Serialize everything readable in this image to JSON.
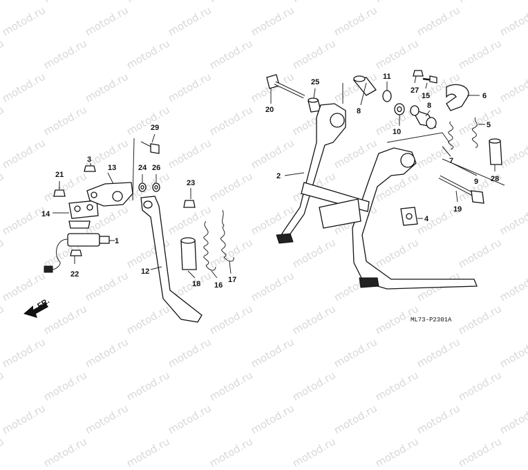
{
  "watermark": {
    "text": "motod.ru",
    "color": "#d8d8d8"
  },
  "diagram": {
    "code": "ML73-P2301A",
    "direction_label": "FR.",
    "labels": {
      "p1": "1",
      "p2": "2",
      "p4": "4",
      "p5": "5",
      "p6": "6",
      "p7": "7",
      "p8a": "8",
      "p8b": "8",
      "p9": "9",
      "p10": "10",
      "p11": "11",
      "p12": "12",
      "p13": "13",
      "p14": "14",
      "p15": "15",
      "p16": "16",
      "p17": "17",
      "p18": "18",
      "p19": "19",
      "p20": "20",
      "p21": "21",
      "p22": "22",
      "p23": "23",
      "p24": "24",
      "p25": "25",
      "p26": "26",
      "p27": "27",
      "p28": "28",
      "p29": "29",
      "p3": "3"
    }
  }
}
